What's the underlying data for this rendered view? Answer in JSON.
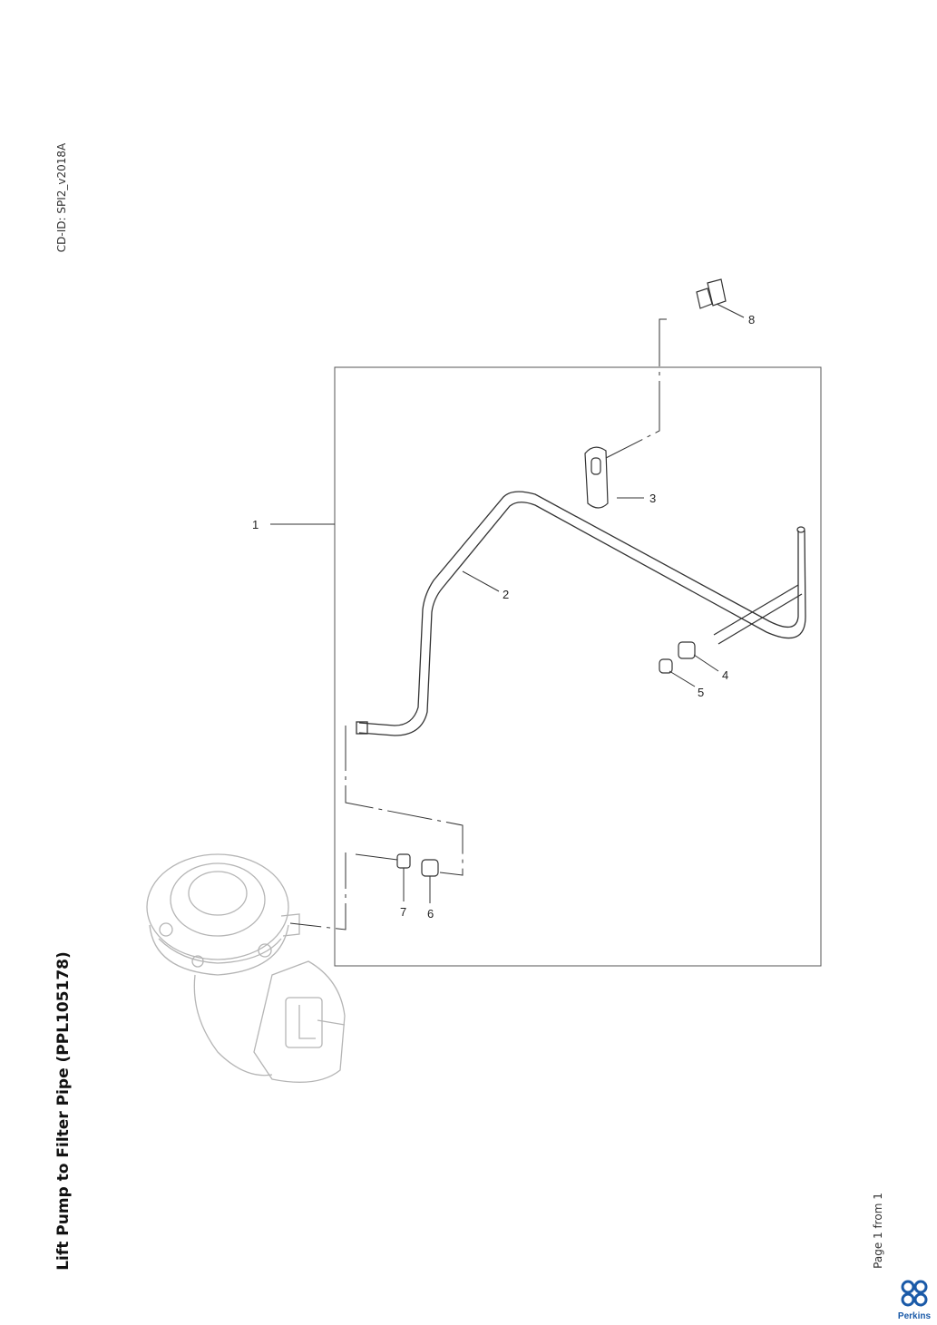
{
  "title": "Lift Pump to Filter Pipe (PPL105178)",
  "cd_id": "CD-ID: SPI2_v2018A",
  "page_label": "Page 1 from 1",
  "logo_text": "Perkins",
  "callouts": [
    "1",
    "2",
    "3",
    "4",
    "5",
    "6",
    "7",
    "8"
  ],
  "colors": {
    "line": "#333333",
    "pump": "#b5b5b5",
    "brand": "#1a5aa8"
  }
}
